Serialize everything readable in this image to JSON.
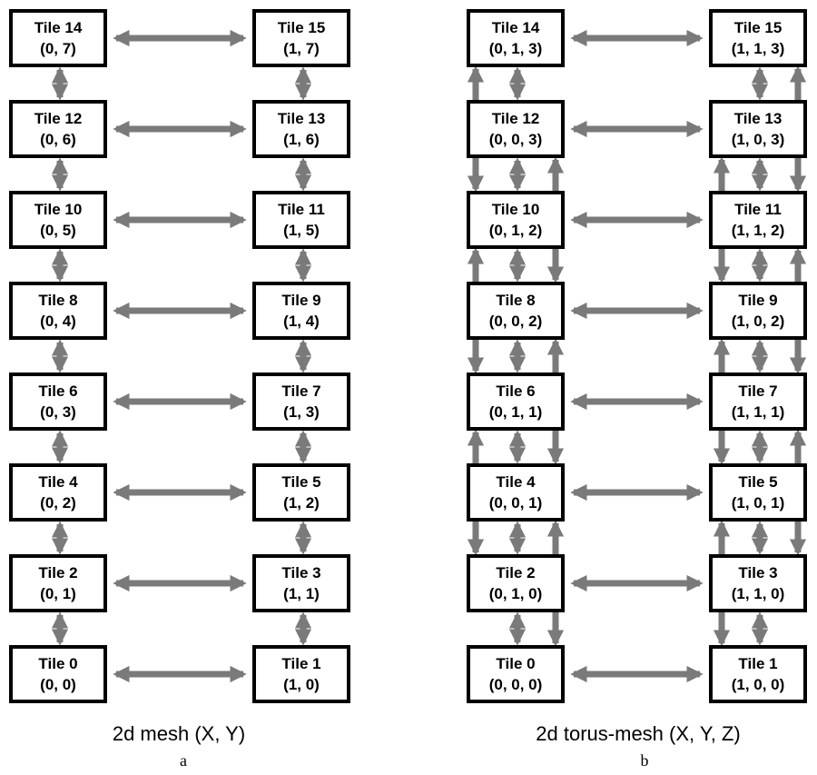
{
  "colors": {
    "arrow": "#7a7a7a",
    "tile_border": "#000000",
    "background": "#ffffff"
  },
  "diagrams": [
    {
      "caption": "2d mesh (X, Y)",
      "sublabel": "a",
      "tiles": [
        {
          "name": "Tile 0",
          "coord": "(0, 0)"
        },
        {
          "name": "Tile 1",
          "coord": "(1, 0)"
        },
        {
          "name": "Tile 2",
          "coord": "(0, 1)"
        },
        {
          "name": "Tile 3",
          "coord": "(1, 1)"
        },
        {
          "name": "Tile 4",
          "coord": "(0, 2)"
        },
        {
          "name": "Tile 5",
          "coord": "(1, 2)"
        },
        {
          "name": "Tile 6",
          "coord": "(0, 3)"
        },
        {
          "name": "Tile 7",
          "coord": "(1, 3)"
        },
        {
          "name": "Tile 8",
          "coord": "(0, 4)"
        },
        {
          "name": "Tile 9",
          "coord": "(1, 4)"
        },
        {
          "name": "Tile 10",
          "coord": "(0, 5)"
        },
        {
          "name": "Tile 11",
          "coord": "(1, 5)"
        },
        {
          "name": "Tile 12",
          "coord": "(0, 6)"
        },
        {
          "name": "Tile 13",
          "coord": "(1, 6)"
        },
        {
          "name": "Tile 14",
          "coord": "(0, 7)"
        },
        {
          "name": "Tile 15",
          "coord": "(1, 7)"
        }
      ]
    },
    {
      "caption": "2d torus-mesh (X, Y, Z)",
      "sublabel": "b",
      "tiles": [
        {
          "name": "Tile 0",
          "coord": "(0, 0, 0)"
        },
        {
          "name": "Tile 1",
          "coord": "(1, 0, 0)"
        },
        {
          "name": "Tile 2",
          "coord": "(0, 1, 0)"
        },
        {
          "name": "Tile 3",
          "coord": "(1, 1, 0)"
        },
        {
          "name": "Tile 4",
          "coord": "(0, 0, 1)"
        },
        {
          "name": "Tile 5",
          "coord": "(1, 0, 1)"
        },
        {
          "name": "Tile 6",
          "coord": "(0, 1, 1)"
        },
        {
          "name": "Tile 7",
          "coord": "(1, 1, 1)"
        },
        {
          "name": "Tile 8",
          "coord": "(0, 0, 2)"
        },
        {
          "name": "Tile 9",
          "coord": "(1, 0, 2)"
        },
        {
          "name": "Tile 10",
          "coord": "(0, 1, 2)"
        },
        {
          "name": "Tile 11",
          "coord": "(1, 1, 2)"
        },
        {
          "name": "Tile 12",
          "coord": "(0, 0, 3)"
        },
        {
          "name": "Tile 13",
          "coord": "(1, 0, 3)"
        },
        {
          "name": "Tile 14",
          "coord": "(0, 1, 3)"
        },
        {
          "name": "Tile 15",
          "coord": "(1, 1, 3)"
        }
      ]
    }
  ]
}
